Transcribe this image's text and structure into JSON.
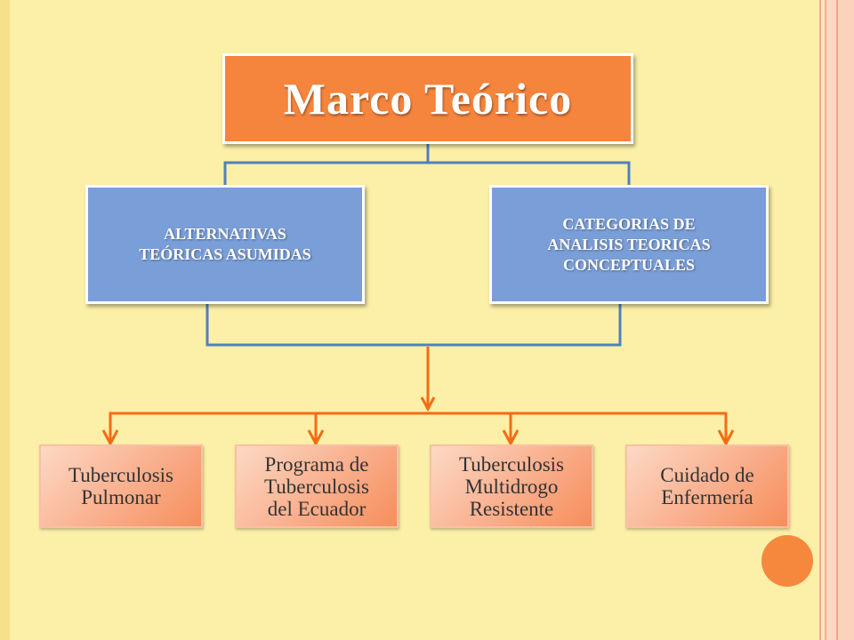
{
  "title": "Marco Teórico",
  "categories": [
    "ALTERNATIVAS\nTEÓRICAS ASUMIDAS",
    "CATEGORIAS DE\nANALISIS TEORICAS\nCONCEPTUALES"
  ],
  "topics": [
    "Tuberculosis\nPulmonar",
    "Programa de\nTuberculosis\ndel Ecuador",
    "Tuberculosis\nMultidrogo\nResistente",
    "Cuidado de\nEnfermería"
  ],
  "colors": {
    "background": "#fcefa7",
    "title_box": "#f5843c",
    "category_box": "#7a9ed8",
    "blue_connector": "#4f81bd",
    "orange_connector": "#f36c14",
    "accent_circle": "#f6883e"
  }
}
